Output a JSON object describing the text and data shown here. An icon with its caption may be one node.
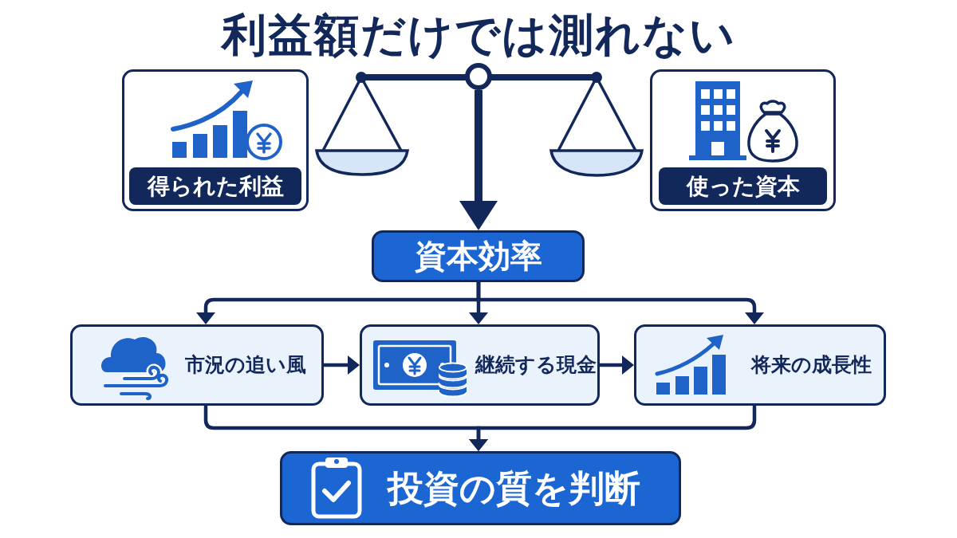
{
  "diagram": {
    "title": "利益額だけでは測れない",
    "nodes": [
      {
        "text": [
          "得られた利益"
        ]
      },
      {
        "text": [],
        "shape": "circle"
      },
      {
        "text": [
          "使った資本"
        ]
      },
      {
        "text": [
          "資本効率"
        ]
      },
      {
        "text": [
          "市況の追い風"
        ]
      },
      {
        "text": [
          "継続する現金"
        ]
      },
      {
        "text": [
          "将来の成長性"
        ]
      },
      {
        "text": [
          "投資の質を判断"
        ]
      }
    ],
    "edges": [
      {
        "from": 1,
        "to": 3,
        "arrow": "to",
        "style": "thick"
      },
      {
        "from": 3,
        "to": 4,
        "arrow": "to"
      },
      {
        "from": 3,
        "to": 5,
        "arrow": "to"
      },
      {
        "from": 3,
        "to": 6,
        "arrow": "to"
      },
      {
        "from": 4,
        "to": 5,
        "arrow": "to"
      },
      {
        "from": 5,
        "to": 6,
        "arrow": "to"
      },
      {
        "from": 4,
        "to": 7,
        "arrow": "to"
      },
      {
        "from": 6,
        "to": 7,
        "arrow": "to"
      }
    ]
  }
}
